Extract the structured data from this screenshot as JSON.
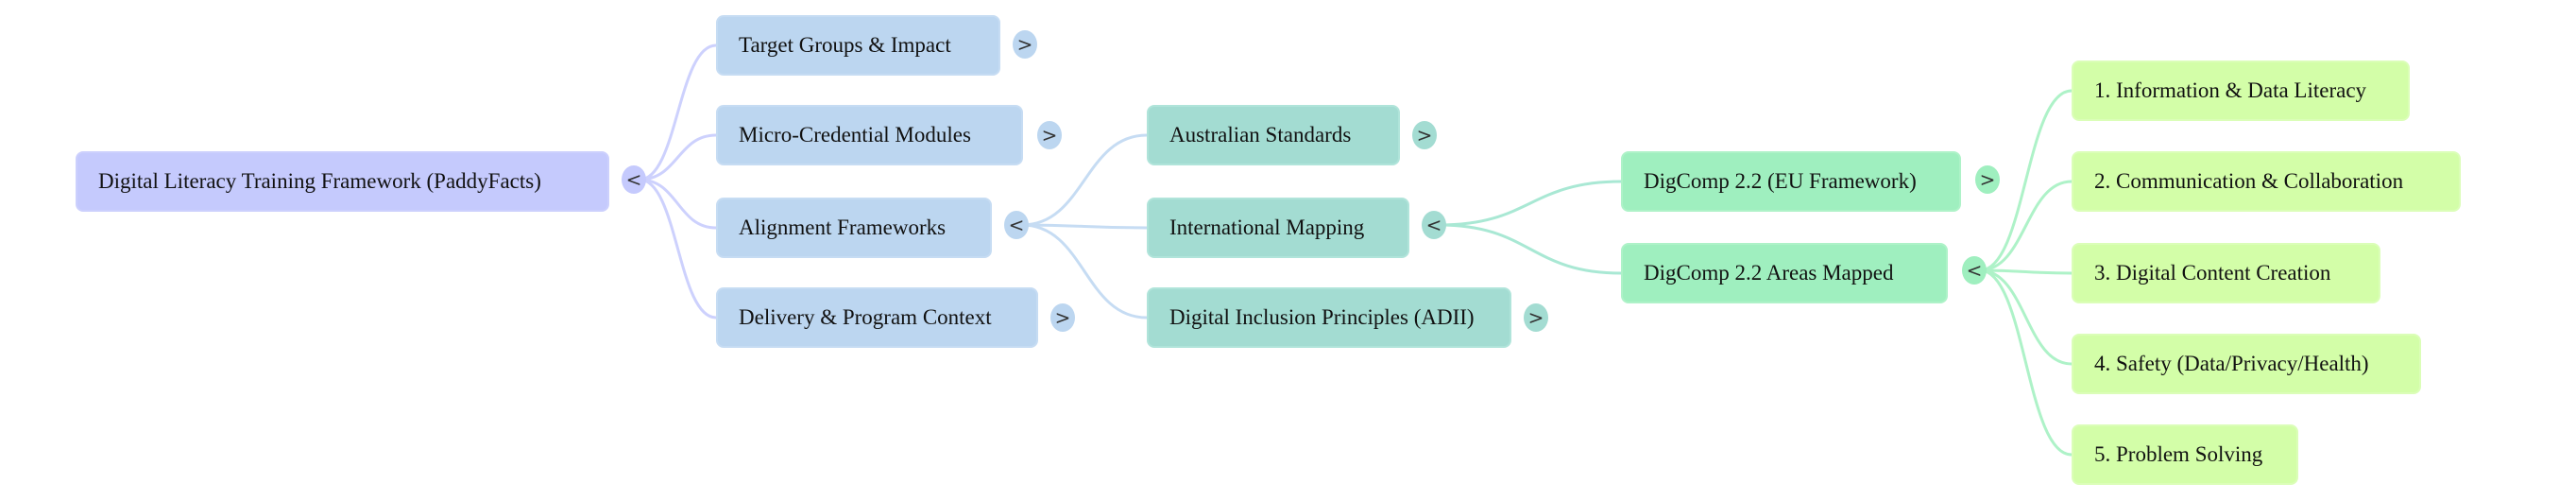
{
  "root": {
    "label": "Digital Literacy Training Framework (PaddyFacts)",
    "toggle": "<"
  },
  "level1": [
    {
      "label": "Target Groups & Impact",
      "toggle": ">"
    },
    {
      "label": "Micro-Credential Modules",
      "toggle": ">"
    },
    {
      "label": "Alignment Frameworks",
      "toggle": "<"
    },
    {
      "label": "Delivery & Program Context",
      "toggle": ">"
    }
  ],
  "level2": [
    {
      "label": "Australian Standards",
      "toggle": ">"
    },
    {
      "label": "International Mapping",
      "toggle": "<"
    },
    {
      "label": "Digital Inclusion Principles (ADII)",
      "toggle": ">"
    }
  ],
  "level3": [
    {
      "label": "DigComp 2.2 (EU Framework)",
      "toggle": ">"
    },
    {
      "label": "DigComp 2.2 Areas Mapped",
      "toggle": "<"
    }
  ],
  "level4": [
    {
      "label": "1. Information & Data Literacy"
    },
    {
      "label": "2. Communication & Collaboration"
    },
    {
      "label": "3. Digital Content Creation"
    },
    {
      "label": "4. Safety (Data/Privacy/Health)"
    },
    {
      "label": "5. Problem Solving"
    }
  ],
  "colors": {
    "root": "#c5cafd",
    "level1": "#bcd6f0",
    "level2": "#a3dcd2",
    "level3": "#9fefbf",
    "level4": "#d3fea8"
  }
}
